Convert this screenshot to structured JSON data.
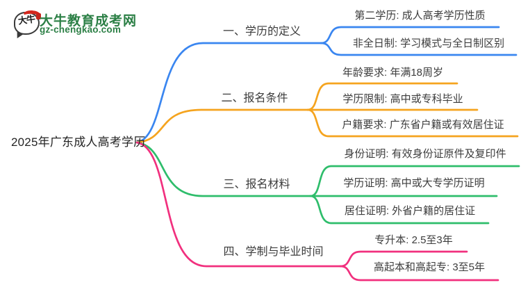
{
  "logo": {
    "mark": "大牛",
    "title": "大牛教育成考网",
    "domain": "gz-chengkao.com",
    "brand_color": "#2b7f45",
    "seal_color": "#c6261d"
  },
  "root": {
    "label": "2025年广东成人高考学历"
  },
  "branches": [
    {
      "label": "一、学历的定义",
      "color": "#3a86f0",
      "children": [
        {
          "label": "第二学历: 成人高考学历性质"
        },
        {
          "label": "非全日制: 学习模式与全日制区别"
        }
      ]
    },
    {
      "label": "二、报名条件",
      "color": "#f5a41f",
      "children": [
        {
          "label": "年龄要求: 年满18周岁"
        },
        {
          "label": "学历限制: 高中或专科毕业"
        },
        {
          "label": "户籍要求: 广东省户籍或有效居住证"
        }
      ]
    },
    {
      "label": "三、报名材料",
      "color": "#2ebd6b",
      "children": [
        {
          "label": "身份证明: 有效身份证原件及复印件"
        },
        {
          "label": "学历证明: 高中或大专学历证明"
        },
        {
          "label": "居住证明: 外省户籍的居住证"
        }
      ]
    },
    {
      "label": "四、学制与毕业时间",
      "color": "#f1307e",
      "children": [
        {
          "label": "专升本: 2.5至3年"
        },
        {
          "label": "高起本和高起专: 3至5年"
        }
      ]
    }
  ]
}
